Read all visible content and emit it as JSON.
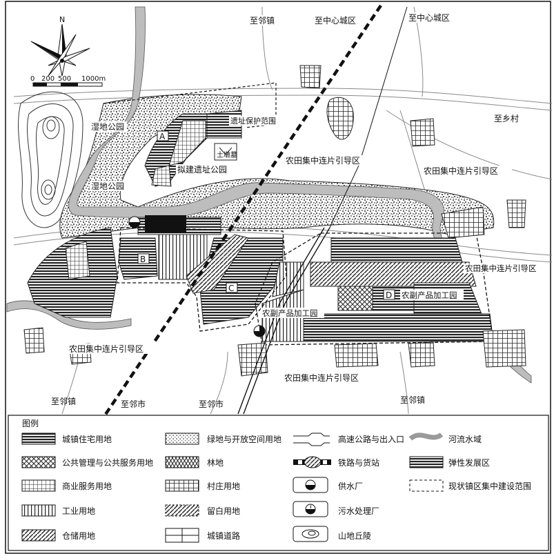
{
  "map": {
    "north": "N",
    "scale": {
      "ticks": [
        "0",
        "200",
        "500",
        "1000m"
      ]
    },
    "zones": {
      "A": "A",
      "B": "B",
      "C": "C",
      "D": "D"
    },
    "labels": {
      "to_neighbor_town_top": "至邻镇",
      "to_center_1": "至中心城区",
      "to_center_2": "至中心城区",
      "to_township": "至乡村",
      "farm_1": "农田集中连片引导区",
      "farm_2": "农田集中连片引导区",
      "farm_3": "农田集中连片引导区",
      "farm_4": "农田集中连片引导区",
      "farm_5": "农田集中连片引导区",
      "wetland_park_1": "湿地公园",
      "wetland_park_2": "湿地公园",
      "site_protect": "遗址保护范围",
      "earth_mound": "土墩墓",
      "site_park": "拟建遗址公园",
      "agri_proc_1": "农副产品加工园",
      "agri_proc_2": "农副产品加工园",
      "to_town_bl": "至邻镇",
      "to_city_1": "至邻市",
      "to_city_2": "至邻市",
      "to_town_br": "至邻镇"
    }
  },
  "legend": {
    "title": "图例",
    "items": [
      {
        "label": "城镇住宅用地",
        "pattern": "hlines"
      },
      {
        "label": "公共管理与公共服务用地",
        "pattern": "crosshatch"
      },
      {
        "label": "商业服务用地",
        "pattern": "grid"
      },
      {
        "label": "工业用地",
        "pattern": "vlines"
      },
      {
        "label": "仓储用地",
        "pattern": "diag"
      },
      {
        "label": "绿地与开放空间用地",
        "pattern": "dots"
      },
      {
        "label": "林地",
        "pattern": "xx"
      },
      {
        "label": "村庄用地",
        "pattern": "village"
      },
      {
        "label": "留白用地",
        "pattern": "diag2"
      },
      {
        "label": "城镇道路",
        "pattern": "road"
      },
      {
        "label": "高速公路与出入口",
        "pattern": "highway"
      },
      {
        "label": "铁路与货站",
        "pattern": "rail"
      },
      {
        "label": "供水厂",
        "pattern": "water"
      },
      {
        "label": "污水处理厂",
        "pattern": "sewage"
      },
      {
        "label": "山地丘陵",
        "pattern": "hill"
      },
      {
        "label": "河流水域",
        "pattern": "river"
      },
      {
        "label": "弹性发展区",
        "pattern": "flex"
      },
      {
        "label": "现状镇区集中建设范围",
        "pattern": "dashed"
      }
    ]
  },
  "colors": {
    "ink": "#111111",
    "river": "#bdbdbd",
    "paper": "#ffffff"
  }
}
